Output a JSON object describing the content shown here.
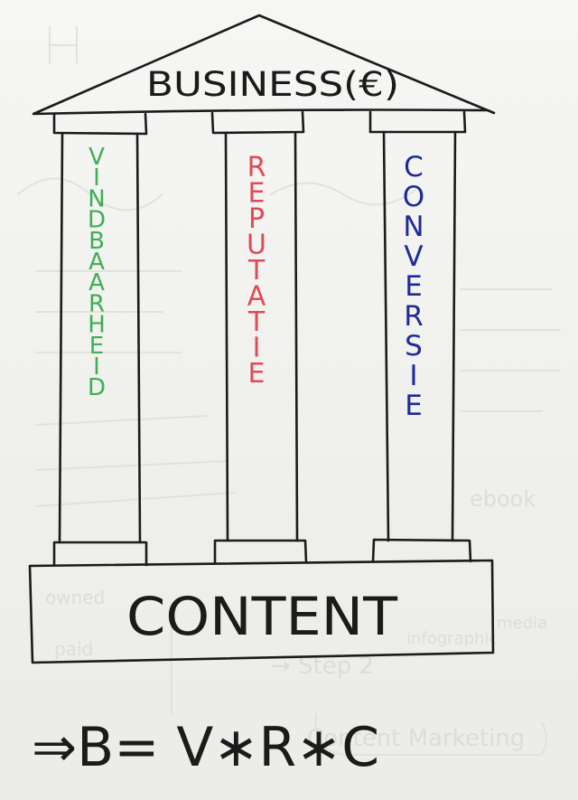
{
  "roof": {
    "label": "BUSINESS(€)"
  },
  "pillars": [
    {
      "label": "VINDBAARHEID",
      "color": "#3fae55"
    },
    {
      "label": "REPUTATIE",
      "color": "#e04a55"
    },
    {
      "label": "CONVERSIE",
      "color": "#1f2a9a"
    }
  ],
  "base": {
    "label": "CONTENT"
  },
  "formula": {
    "text": "⇒B= V∗R∗C"
  },
  "background_notes": {
    "step": "→ Step 2",
    "content_marketing": "Content Marketing",
    "media": "media",
    "infographic": "infographic",
    "ebook": "ebook",
    "owned": "owned",
    "paid": "paid"
  }
}
